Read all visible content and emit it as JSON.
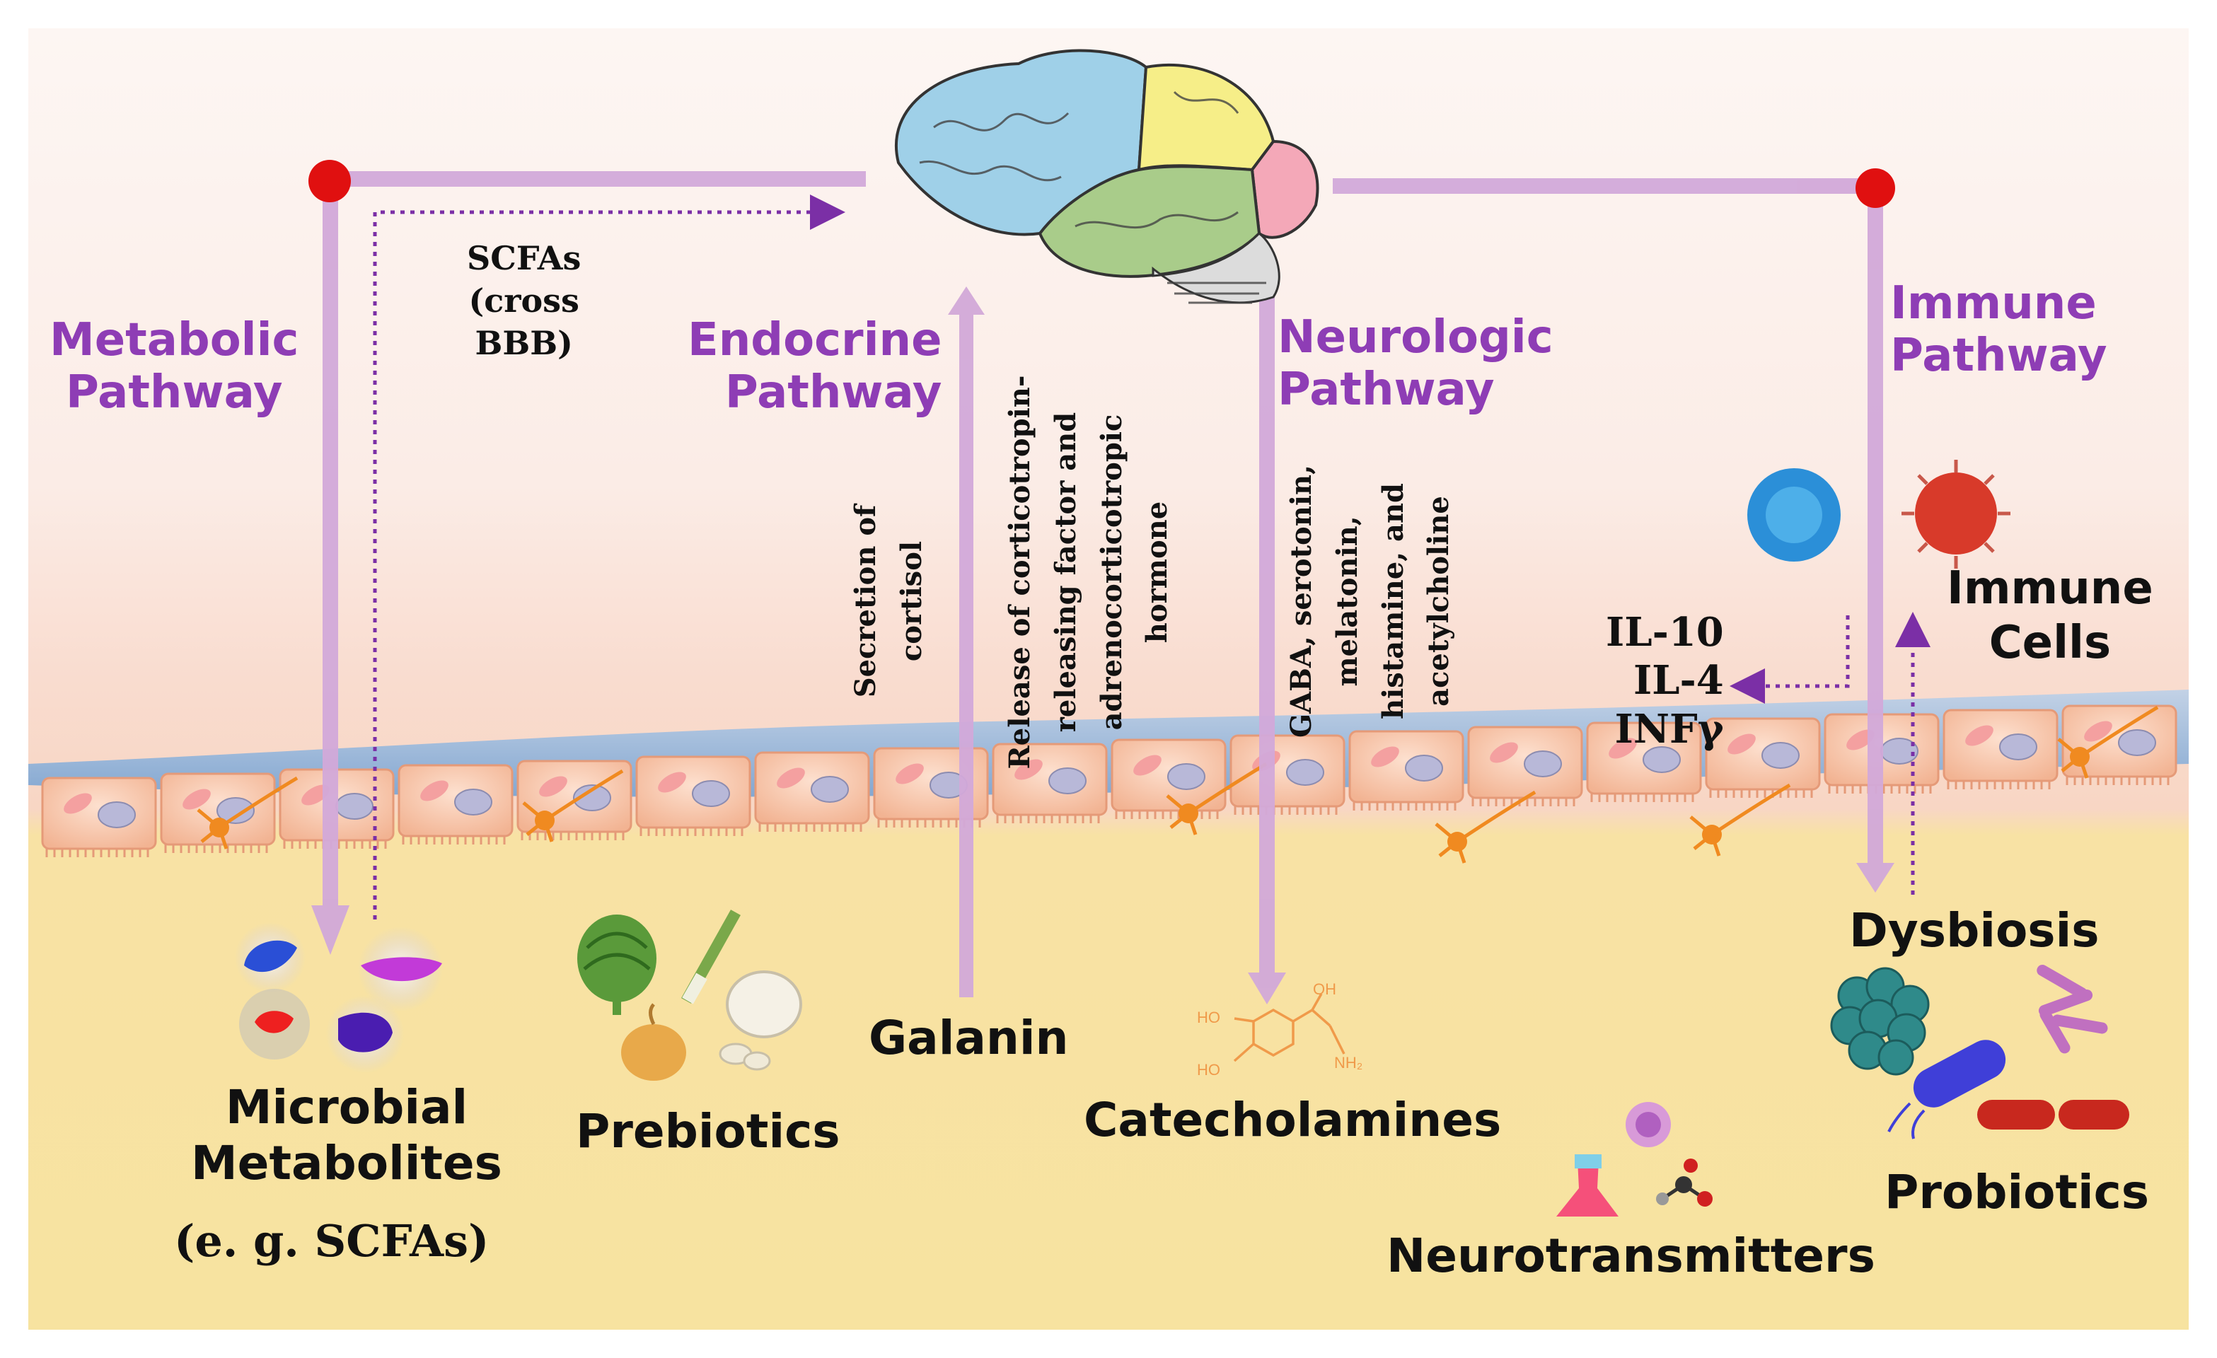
{
  "pathways": {
    "metabolic": "Metabolic\nPathway",
    "endocrine": "Endocrine\nPathway",
    "neurologic": "Neurologic\nPathway",
    "immune": "Immune\nPathway"
  },
  "annotations": {
    "scfa_cross": "SCFAs\n(cross\nBBB)",
    "cortisol": "Secretion of\ncortisol",
    "crf": "Release of corticotropin-\nreleasing factor and\nadrenocorticotropic\nhormone",
    "neuro": "GABA, serotonin,\nmelatonin,\nhistamine, and\nacetylcholine",
    "cytokines": "IL-10\nIL-4\nINFγ"
  },
  "items": {
    "microbial": "Microbial\nMetabolites",
    "microbial_example": "(e. g. SCFAs)",
    "prebiotics": "Prebiotics",
    "galanin": "Galanin",
    "catecholamines": "Catecholamines",
    "neurotransmitters": "Neurotransmitters",
    "dysbiosis": "Dysbiosis",
    "probiotics": "Probiotics",
    "immune_cells": "Immune\nCells"
  },
  "molecule_labels": {
    "ho1": "HO",
    "ho2": "HO",
    "oh": "OH",
    "nh2": "NH₂"
  },
  "colors": {
    "pathway_text": "#8e3db5",
    "arrow": "#cfa6d6",
    "dot": "#e01010",
    "brain_frontal": "#9fd0e8",
    "brain_parietal": "#f6ee88",
    "brain_temporal": "#a9cc8a",
    "brain_occipital": "#f4a8b8",
    "gut_lumen": "#f7e3a0",
    "mucus": "#7aa8d8",
    "epithelium": "#f6c6a8"
  }
}
